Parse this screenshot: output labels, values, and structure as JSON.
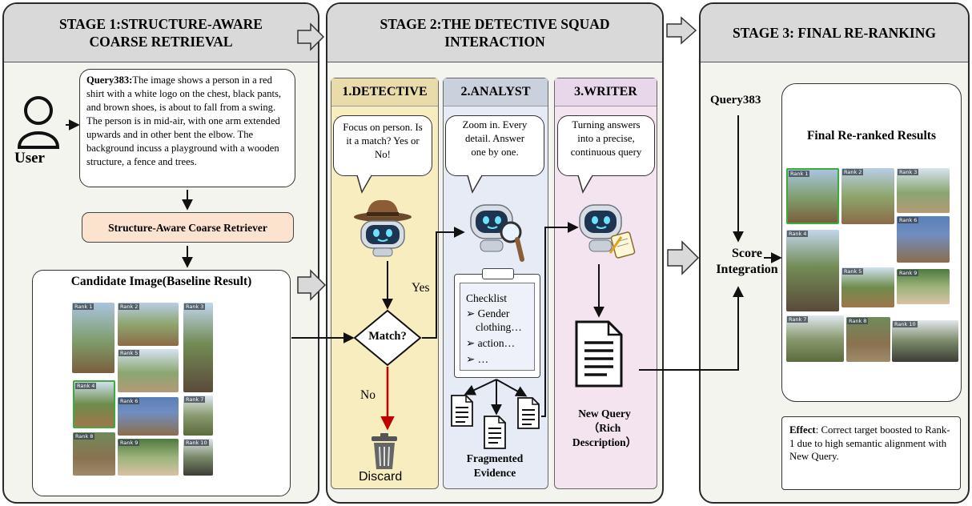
{
  "stage1": {
    "title": "STAGE 1:STRUCTURE-AWARE COARSE RETRIEVAL",
    "user_label": "User",
    "query_id": "Query383:",
    "query_text": "The image shows a person in a red shirt with a white logo on the chest, black pants, and brown shoes, is about to fall from a swing. The person is in mid-air, with one arm extended upwards and in other bent the elbow. The background incuss a playground with a wooden structure, a fence and trees.",
    "retriever_label": "Structure-Aware Coarse Retriever",
    "candidate_title": "Candidate Image(Baseline Result)",
    "ranks": [
      "Rank 1",
      "Rank 2",
      "Rank 3",
      "Rank 4",
      "Rank 5",
      "Rank 6",
      "Rank 7",
      "Rank 8",
      "Rank 9",
      "Rank 10"
    ]
  },
  "stage2": {
    "title": "STAGE 2:THE DETECTIVE SQUAD INTERACTION",
    "detective": {
      "header": "1.DETECTIVE",
      "bubble": "Focus on person. Is it a match? Yes or No!"
    },
    "analyst": {
      "header": "2.ANALYST",
      "bubble": "Zoom in. Every detail. Answer one by one."
    },
    "writer": {
      "header": "3.WRITER",
      "bubble": "Turning answers into a precise, continuous query"
    },
    "match_label": "Match?",
    "yes_label": "Yes",
    "no_label": "No",
    "discard_label": "Discard",
    "checklist": {
      "title": "Checklist",
      "items": [
        "➢ Gender",
        "clothing…",
        "➢ action…",
        "➢ …"
      ]
    },
    "fragmented_label": "Fragmented Evidence",
    "new_query_label": "New Query （Rich Description）"
  },
  "stage3": {
    "title": "STAGE 3: FINAL RE-RANKING",
    "query_label": "Query383",
    "score_label": "Score Integration",
    "results_title": "Final Re-ranked Results",
    "ranks": [
      "Rank 1",
      "Rank 2",
      "Rank 3",
      "Rank 4",
      "Rank 5",
      "Rank 6",
      "Rank 7",
      "Rank 8",
      "Rank 9",
      "Rank 10"
    ],
    "effect_label": "Effect",
    "effect_text": ": Correct target boosted to Rank-1 due to high semantic alignment with New Query."
  },
  "colors": {
    "detective_bg": "#f8edbf",
    "detective_head": "#e9dcaa",
    "analyst_bg": "#e6ebf6",
    "analyst_head": "#c9d1dc",
    "writer_bg": "#f3e4ef",
    "writer_head": "#e8d6ea",
    "retriever_bg": "#fbe3cf",
    "no_arrow": "#c00000",
    "rank1_border": "#3caa3c"
  }
}
